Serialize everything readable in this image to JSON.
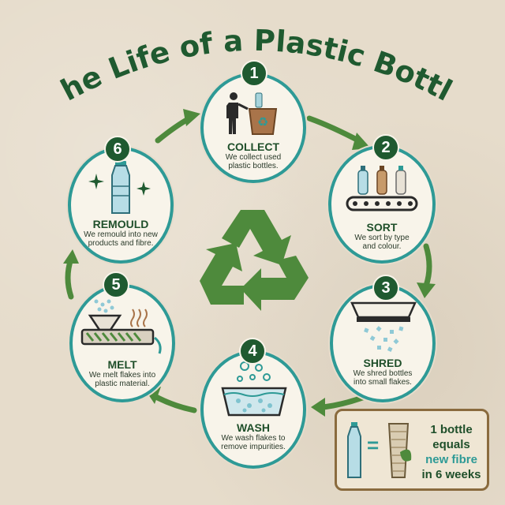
{
  "title": "The Life of a Plastic Bottle",
  "steps": [
    {
      "number": "1",
      "title": "COLLECT",
      "desc_line1": "We collect used",
      "desc_line2": "plastic bottles.",
      "icon": "person-recycling-bin-icon"
    },
    {
      "number": "2",
      "title": "SORT",
      "desc_line1": "We sort by type",
      "desc_line2": "and colour.",
      "icon": "conveyor-bottles-icon"
    },
    {
      "number": "3",
      "title": "SHRED",
      "desc_line1": "We shred bottles",
      "desc_line2": "into small flakes.",
      "icon": "shredder-icon"
    },
    {
      "number": "4",
      "title": "WASH",
      "desc_line1": "We wash flakes to",
      "desc_line2": "remove impurities.",
      "icon": "wash-basin-icon"
    },
    {
      "number": "5",
      "title": "MELT",
      "desc_line1": "We melt flakes into",
      "desc_line2": "plastic material.",
      "icon": "extruder-icon"
    },
    {
      "number": "6",
      "title": "REMOULD",
      "desc_line1": "We remould into new",
      "desc_line2": "products and fibre.",
      "icon": "sparkling-bottle-icon"
    }
  ],
  "info": {
    "line1": "1 bottle",
    "line2": "equals",
    "line3": "new fibre",
    "line4": "in 6 weeks",
    "equals_sign": "="
  },
  "colors": {
    "dark_green": "#1f5a30",
    "teal": "#2e9a96",
    "recycle_green": "#4e8a3c",
    "background": "#e6dccb"
  }
}
